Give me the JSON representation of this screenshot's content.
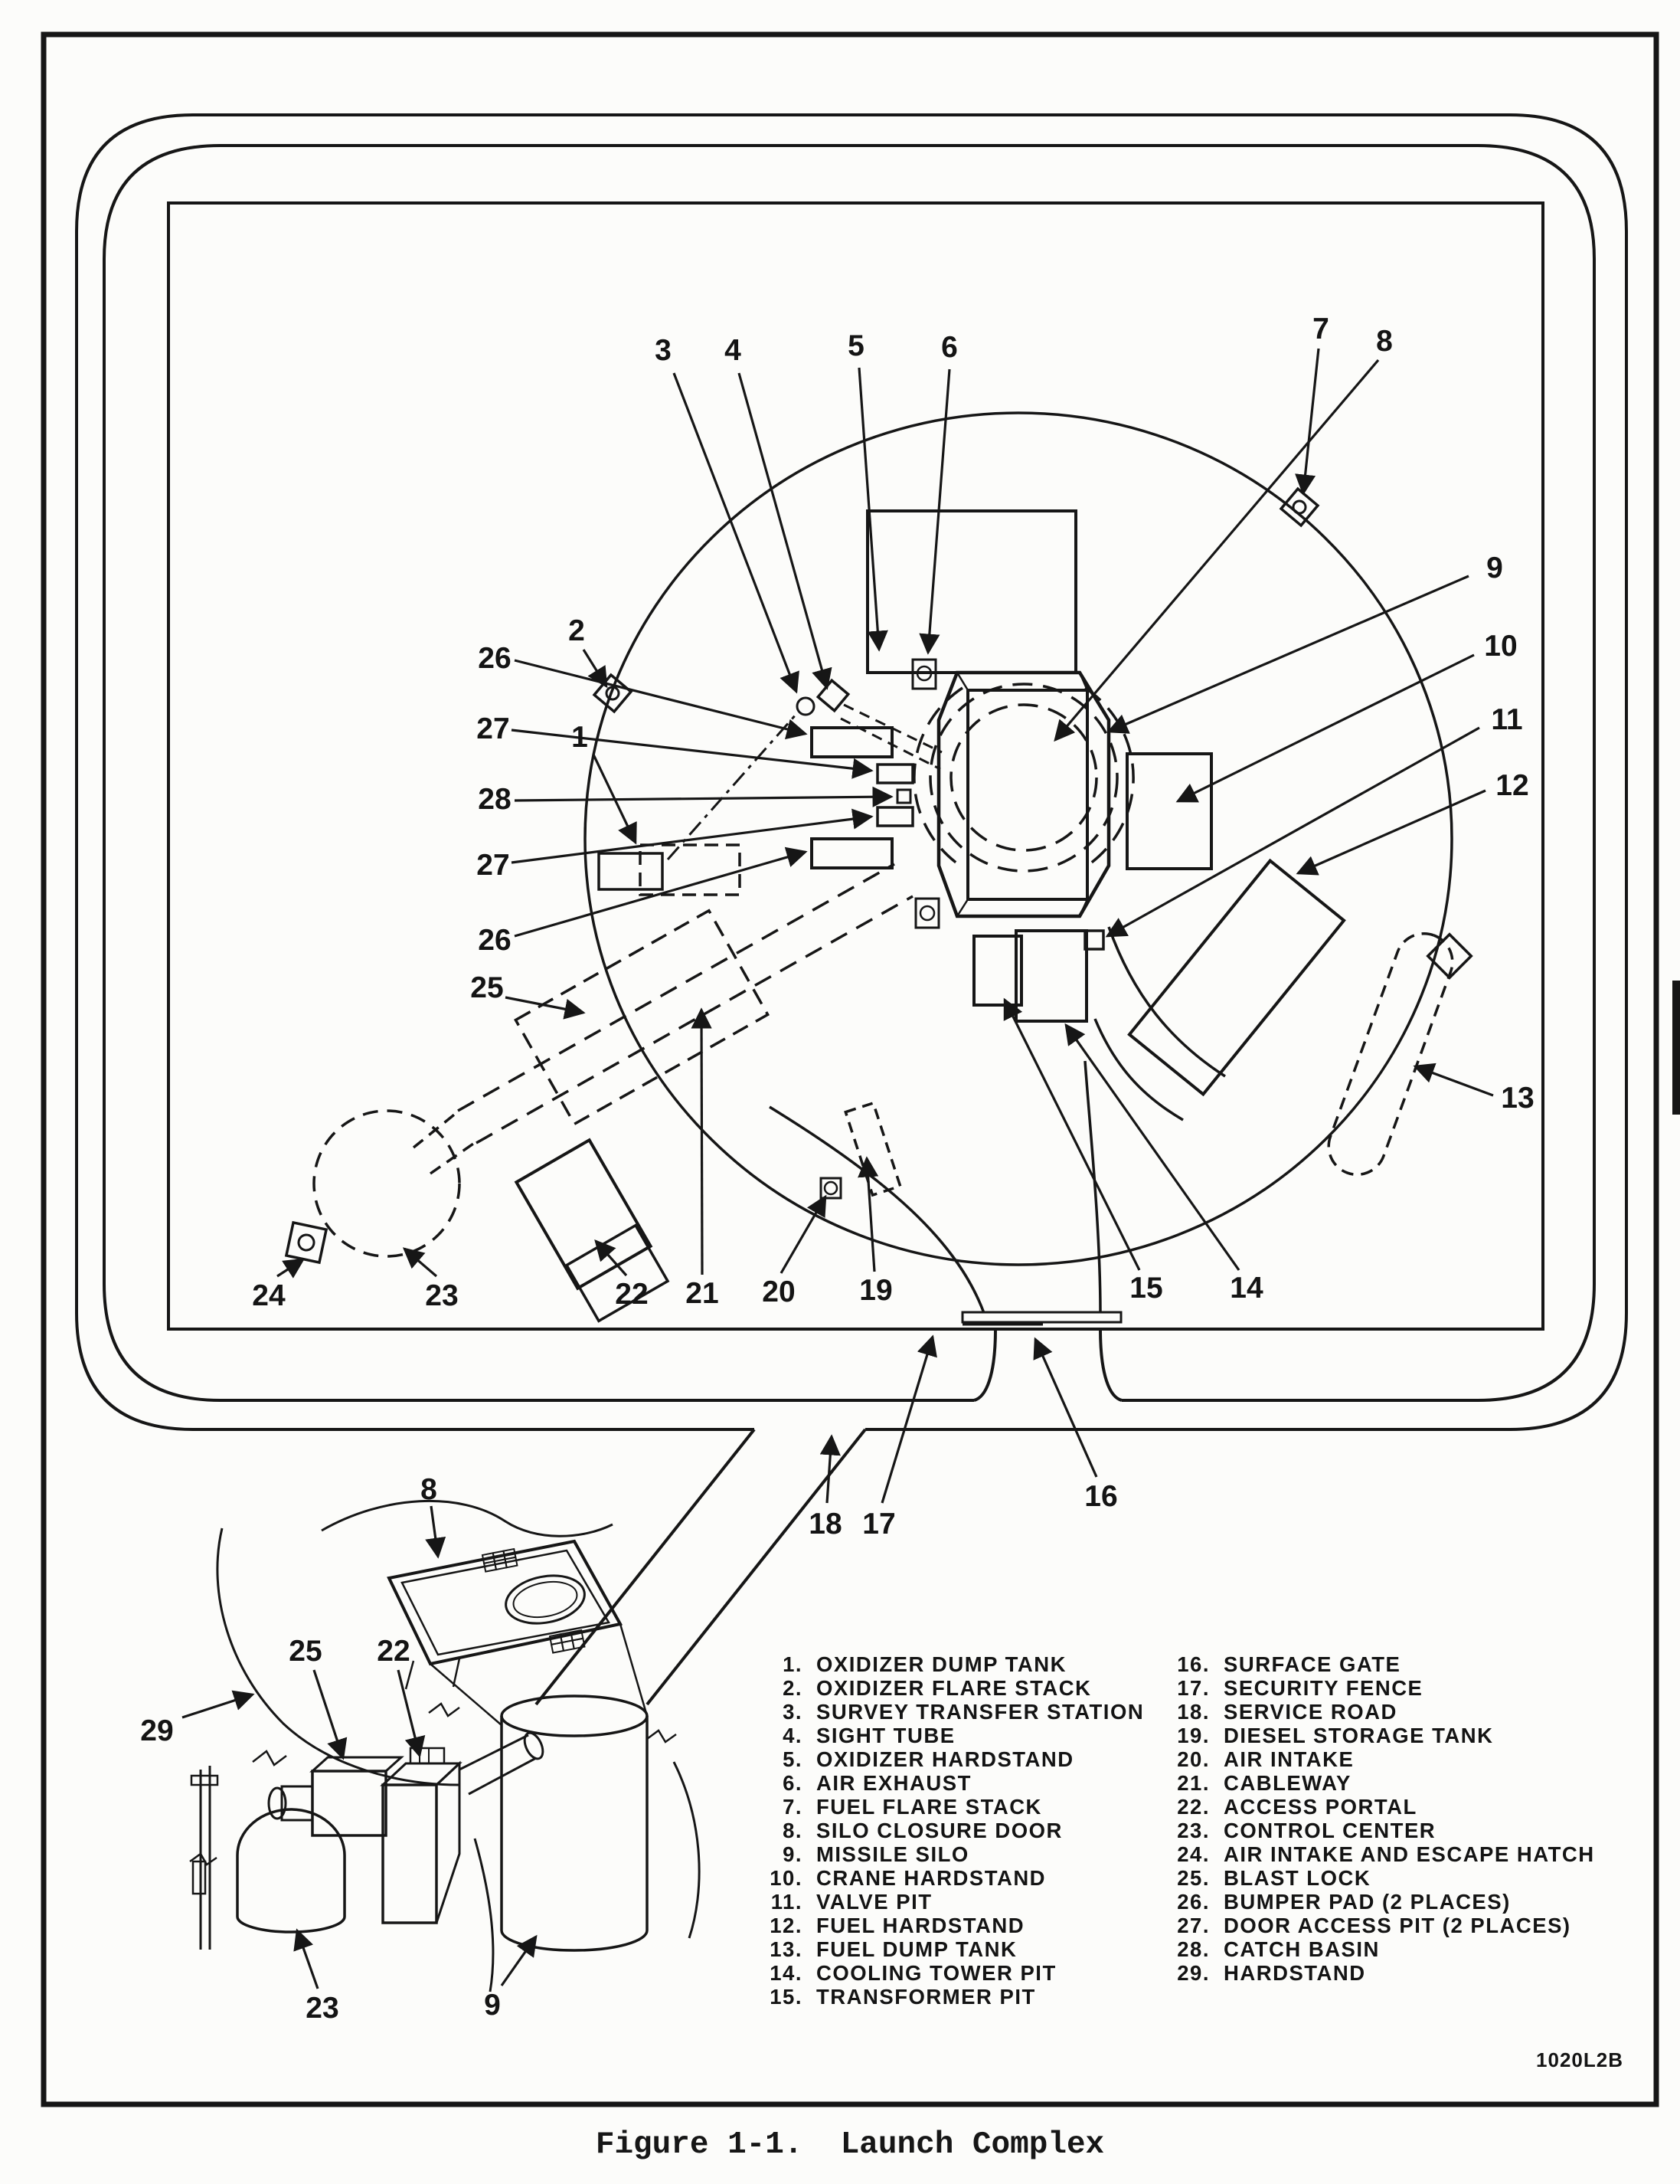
{
  "figure": {
    "caption": "Figure 1-1.  Launch Complex",
    "drawing_number": "1020L2B"
  },
  "legend": {
    "col1": [
      {
        "num": "1.",
        "label": "OXIDIZER DUMP TANK"
      },
      {
        "num": "2.",
        "label": "OXIDIZER FLARE STACK"
      },
      {
        "num": "3.",
        "label": "SURVEY TRANSFER STATION"
      },
      {
        "num": "4.",
        "label": "SIGHT TUBE"
      },
      {
        "num": "5.",
        "label": "OXIDIZER HARDSTAND"
      },
      {
        "num": "6.",
        "label": "AIR EXHAUST"
      },
      {
        "num": "7.",
        "label": "FUEL FLARE STACK"
      },
      {
        "num": "8.",
        "label": "SILO CLOSURE DOOR"
      },
      {
        "num": "9.",
        "label": "MISSILE SILO"
      },
      {
        "num": "10.",
        "label": "CRANE HARDSTAND"
      },
      {
        "num": "11.",
        "label": "VALVE PIT"
      },
      {
        "num": "12.",
        "label": "FUEL HARDSTAND"
      },
      {
        "num": "13.",
        "label": "FUEL DUMP TANK"
      },
      {
        "num": "14.",
        "label": "COOLING TOWER PIT"
      },
      {
        "num": "15.",
        "label": "TRANSFORMER PIT"
      }
    ],
    "col2": [
      {
        "num": "16.",
        "label": "SURFACE GATE"
      },
      {
        "num": "17.",
        "label": "SECURITY FENCE"
      },
      {
        "num": "18.",
        "label": "SERVICE ROAD"
      },
      {
        "num": "19.",
        "label": "DIESEL STORAGE TANK"
      },
      {
        "num": "20.",
        "label": "AIR INTAKE"
      },
      {
        "num": "21.",
        "label": "CABLEWAY"
      },
      {
        "num": "22.",
        "label": "ACCESS PORTAL"
      },
      {
        "num": "23.",
        "label": "CONTROL CENTER"
      },
      {
        "num": "24.",
        "label": "AIR INTAKE AND ESCAPE HATCH"
      },
      {
        "num": "25.",
        "label": "BLAST LOCK"
      },
      {
        "num": "26.",
        "label": "BUMPER PAD (2 PLACES)"
      },
      {
        "num": "27.",
        "label": "DOOR ACCESS PIT (2 PLACES)"
      },
      {
        "num": "28.",
        "label": "CATCH BASIN"
      },
      {
        "num": "29.",
        "label": "HARDSTAND"
      }
    ]
  },
  "callouts": {
    "n1": "1",
    "n2": "2",
    "n3": "3",
    "n4": "4",
    "n5": "5",
    "n6": "6",
    "n7": "7",
    "n8": "8",
    "n9": "9",
    "n10": "10",
    "n11": "11",
    "n12": "12",
    "n13": "13",
    "n14": "14",
    "n15": "15",
    "n16": "16",
    "n17": "17",
    "n18": "18",
    "n19": "19",
    "n20": "20",
    "n21": "21",
    "n22": "22",
    "n23": "23",
    "n24": "24",
    "n25": "25",
    "n26a": "26",
    "n27a": "27",
    "n28": "28",
    "n27b": "27",
    "n26b": "26",
    "inset8": "8",
    "inset9": "9",
    "inset22": "22",
    "inset23": "23",
    "inset25": "25",
    "inset29": "29"
  }
}
